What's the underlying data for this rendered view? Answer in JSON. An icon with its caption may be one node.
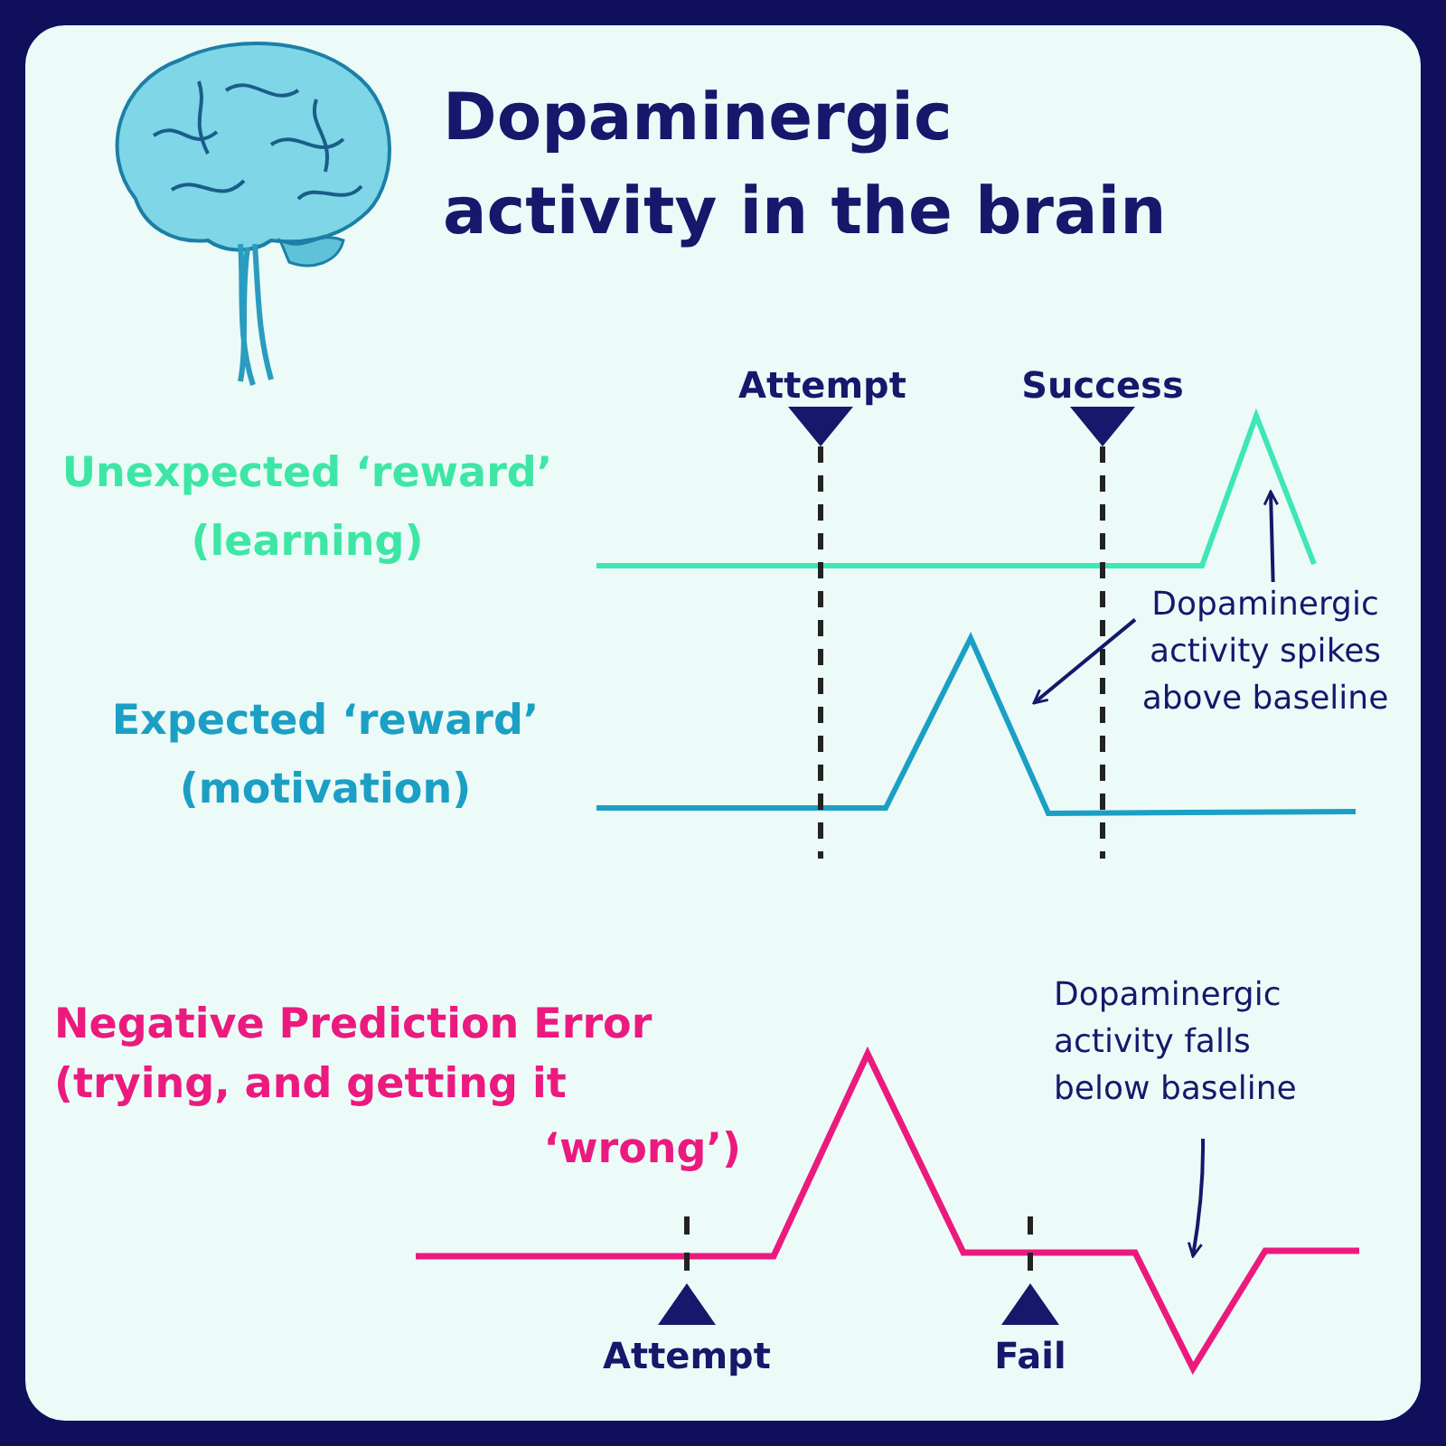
{
  "diagram": {
    "title": "Dopaminergic activity in the brain",
    "nodes": [
      {
        "text": [
          "Dopaminergic activity spikes above baseline"
        ]
      },
      {
        "text": [
          "Dopaminergic activity falls below baseline"
        ]
      }
    ],
    "edges": [
      {
        "from": 0,
        "to": null,
        "arrow": "to"
      },
      {
        "from": 0,
        "to": null,
        "arrow": "to"
      },
      {
        "from": 1,
        "to": null,
        "arrow": "to"
      }
    ],
    "labels": [
      "Attempt",
      "Success",
      "Unexpected ‘reward’ (learning)",
      "Expected ‘reward’ (motivation)",
      "Negative Prediction Error",
      "(trying, and getting it ‘wrong’)",
      "Attempt",
      "Fail"
    ]
  }
}
